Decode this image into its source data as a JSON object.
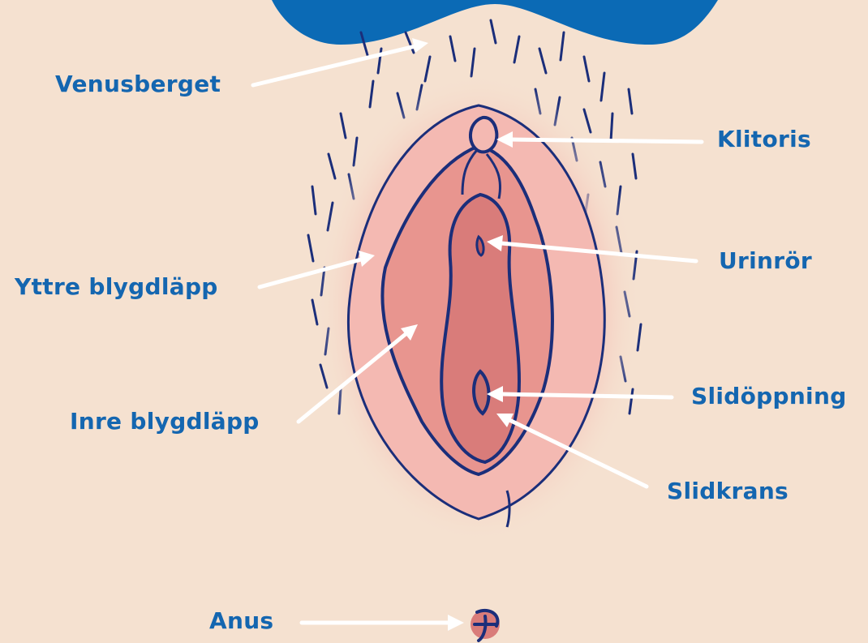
{
  "colors": {
    "background": "#f5e1d0",
    "label": "#1466b0",
    "garment": "#0b6ab5",
    "outline": "#1b2e7a",
    "arrow": "#ffffff",
    "outer_tissue": "#f4b9b2",
    "inner_tissue": "#e8958f",
    "deep_tissue": "#d97c7a"
  },
  "labels": {
    "venusberget": "Venusberget",
    "klitoris": "Klitoris",
    "urinror": "Urinrör",
    "yttre": "Yttre blygdläpp",
    "inre": "Inre blygdläpp",
    "slidoppning": "Slidöppning",
    "slidkrans": "Slidkrans",
    "anus": "Anus"
  }
}
